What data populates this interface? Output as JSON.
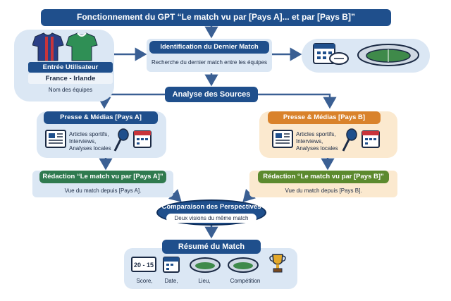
{
  "title": "Fonctionnement du GPT “Le match vu par [Pays A]... et par [Pays B]”",
  "input": {
    "heading": "Entrée Utilisateur",
    "value": "France - Irlande",
    "hint": "Nom des équipes"
  },
  "identification": {
    "heading": "Identification du Dernier Match",
    "sub": "Recherche du dernier match entre les équipes"
  },
  "analysis": {
    "heading": "Analyse des Sources"
  },
  "press_a": {
    "heading": "Presse & Médias [Pays A]",
    "items": [
      "Articles sportifs,",
      "Interviews,",
      "Analyses locales"
    ]
  },
  "press_b": {
    "heading": "Presse & Médias [Pays B]",
    "items": [
      "Articles sportifs,",
      "Interviews,",
      "Analyses locales"
    ]
  },
  "redaction_a": {
    "heading": "Rédaction “Le match vu par [Pays A]”",
    "sub": "Vue du match depuis [Pays A]."
  },
  "redaction_b": {
    "heading": "Rédaction “Le match vu par [Pays B]”",
    "sub": "Vue du match depuis [Pays B]."
  },
  "comparison": {
    "heading": "Comparaison des Perspectives",
    "sub": "Deux visions du même match"
  },
  "summary": {
    "heading": "Résumé du Match",
    "score": "20 - 15",
    "labels": [
      "Score,",
      "Date,",
      "Lieu,",
      "Compétition"
    ]
  },
  "colors": {
    "navy": "#1f4f8c",
    "pale_blue": "#dbe7f4",
    "orange": "#d9822b",
    "green": "#5c8a2e",
    "jersey_red": "#c8343a",
    "jersey_green": "#2f8f55"
  }
}
